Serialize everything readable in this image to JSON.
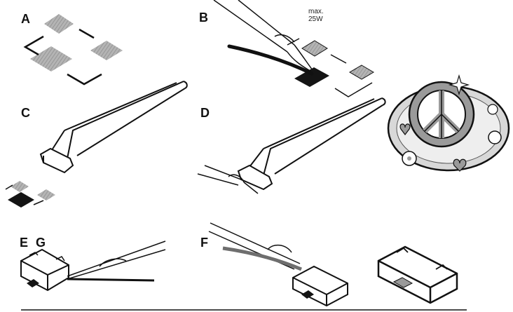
{
  "labels": {
    "a": "A",
    "b": "B",
    "c": "C",
    "d": "D",
    "e": "E",
    "g": "G",
    "f": "F"
  },
  "note": {
    "line1": "max.",
    "line2": "25W"
  },
  "colors": {
    "stroke": "#111111",
    "pad": "#a9a9a9",
    "solder": "#141414",
    "badge_ring": "#9a9a9a",
    "badge_bg": "#d8d8d8"
  },
  "icons": {
    "badge": "peace-sign-badge-icon",
    "tool": "tweezers-icon",
    "iron": "soldering-iron-icon"
  }
}
